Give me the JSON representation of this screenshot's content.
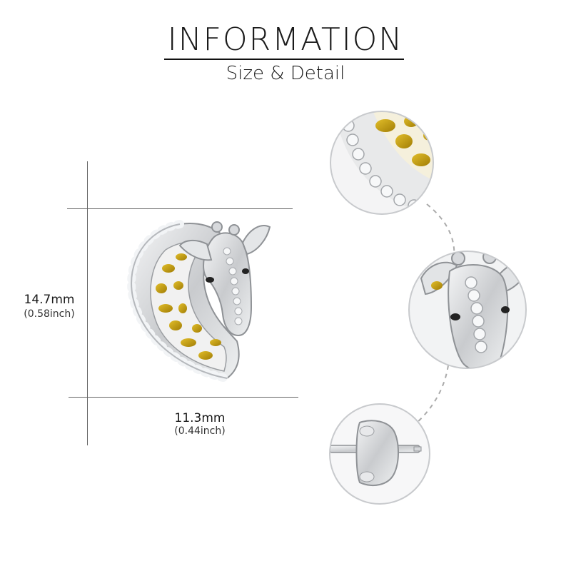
{
  "header": {
    "title": "INFORMATION",
    "subtitle": "Size & Detail"
  },
  "dimensions": {
    "height_mm": "14.7mm",
    "height_inch": "(0.58inch)",
    "width_mm": "11.3mm",
    "width_inch": "(0.44inch)"
  },
  "colors": {
    "silver": "#d9dadc",
    "gold": "#c9a010",
    "stone": "#f2f4f6",
    "outline": "#8f9296"
  },
  "icons": [
    "giraffe-earring",
    "zoom-detail-circle"
  ]
}
